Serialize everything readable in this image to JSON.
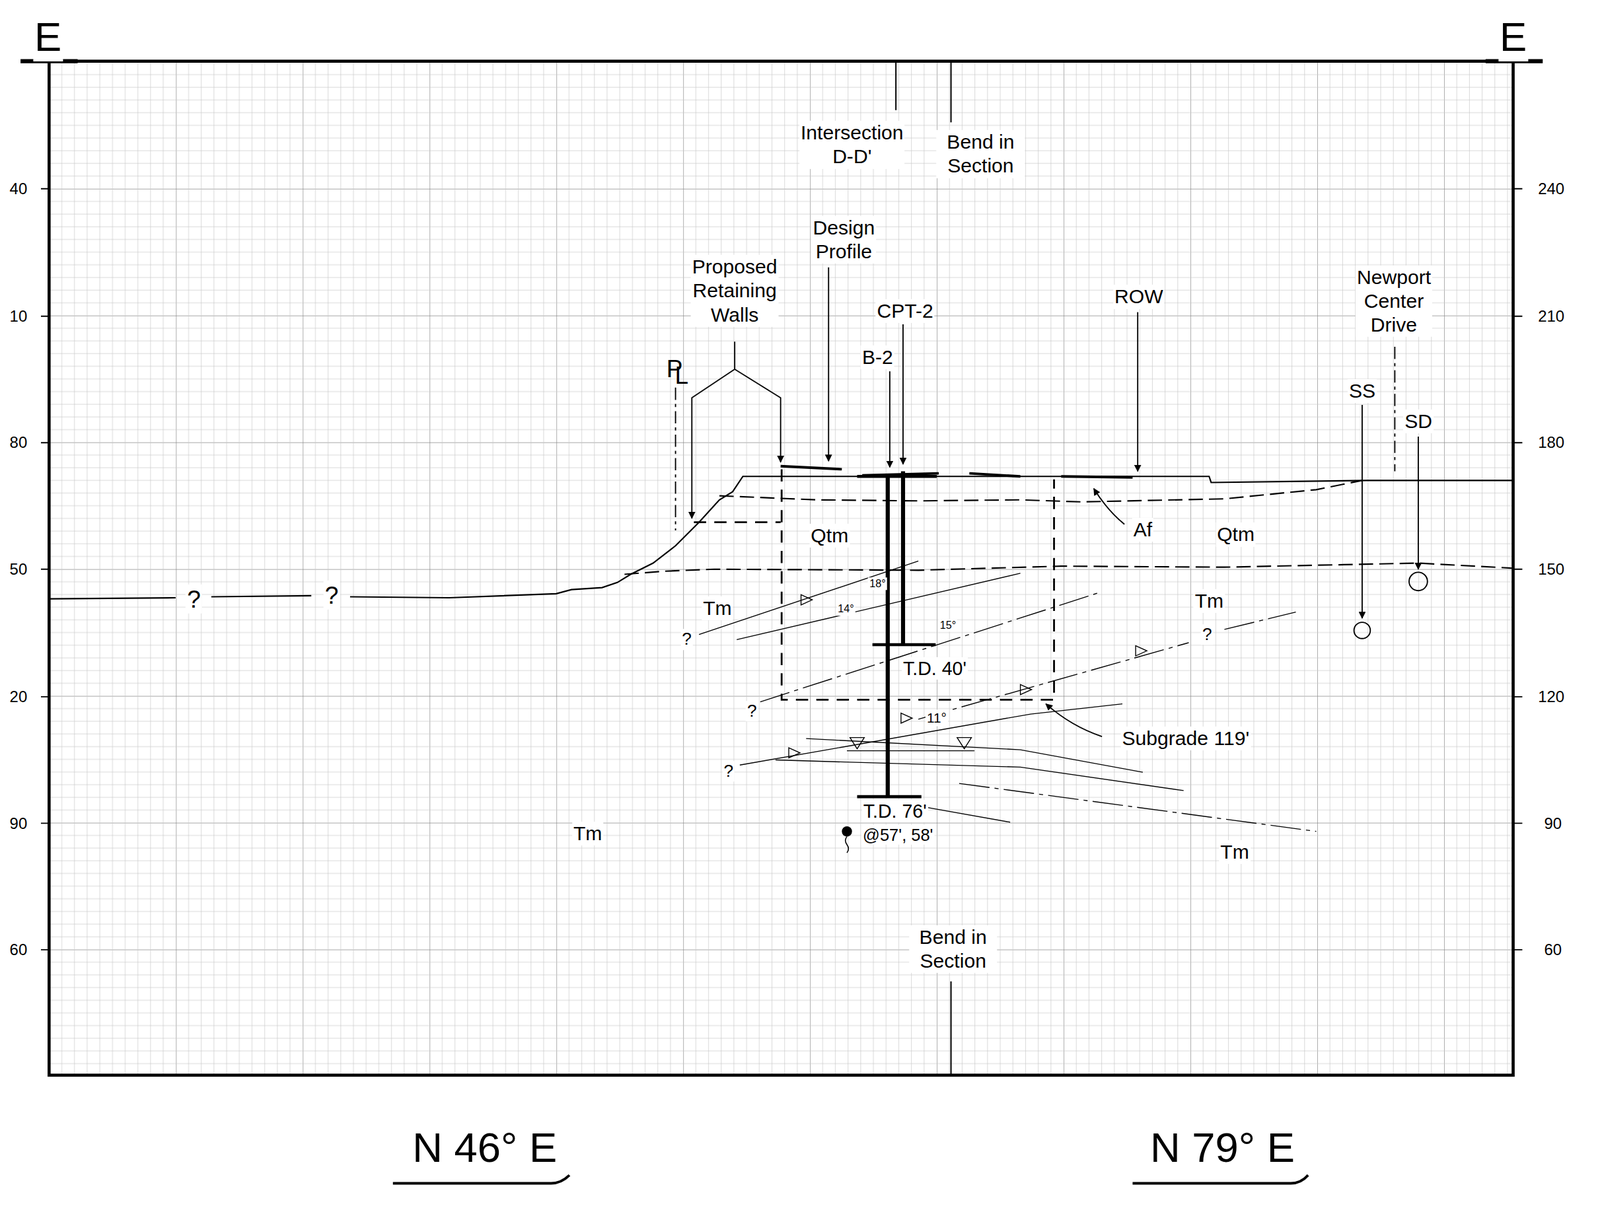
{
  "diagram": {
    "labels": [
      "E",
      "E",
      "40",
      "10",
      "80",
      "50",
      "20",
      "90",
      "60",
      "240",
      "210",
      "180",
      "150",
      "120",
      "90",
      "60",
      "Intersection D-D'",
      "Bend in Section",
      "Design Profile",
      "Proposed Retaining Walls",
      "P",
      "L",
      "CPT-2",
      "B-2",
      "ROW",
      "Newport Center Drive",
      "SS",
      "SD",
      "Qtm",
      "Af",
      "Qtm",
      "Tm",
      "Tm",
      "18°",
      "14°",
      "15°",
      "T.D. 40'",
      "Subgrade 119'",
      "11°",
      "T.D. 76'",
      "@57', 58'",
      "Tm",
      "Tm",
      "Bend in Section",
      "?",
      "?",
      "?",
      "?",
      "?",
      "?",
      "N 46° E",
      "N 79° E"
    ]
  }
}
